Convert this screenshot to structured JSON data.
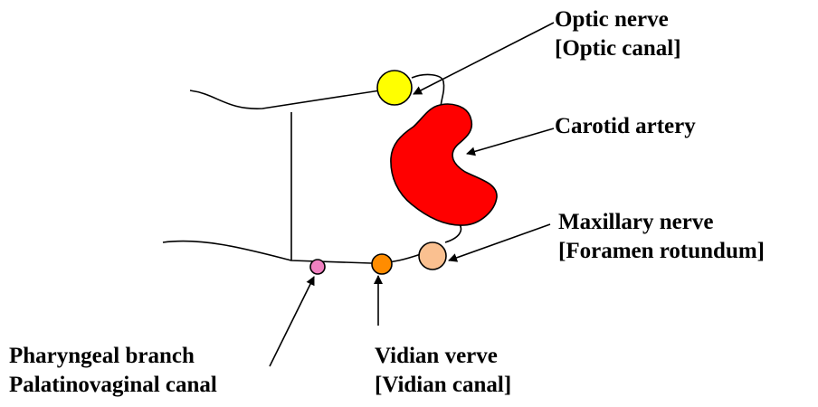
{
  "labels": {
    "optic_nerve": {
      "line1": "Optic nerve",
      "line2": "[Optic canal]"
    },
    "carotid_artery": {
      "line1": "Carotid artery"
    },
    "maxillary_nerve": {
      "line1": "Maxillary nerve",
      "line2": "[Foramen rotundum]"
    },
    "vidian_nerve": {
      "line1": "Vidian verve",
      "line2": "[Vidian canal]"
    },
    "pharyngeal_branch": {
      "line1": "Pharyngeal branch",
      "line2": "Palatinovaginal canal"
    }
  },
  "colors": {
    "optic_nerve": "#ffff00",
    "carotid_artery": "#ff0000",
    "maxillary_nerve": "#fac090",
    "vidian_nerve": "#ff8c00",
    "pharyngeal_branch": "#f080c0",
    "outline": "#000000"
  }
}
